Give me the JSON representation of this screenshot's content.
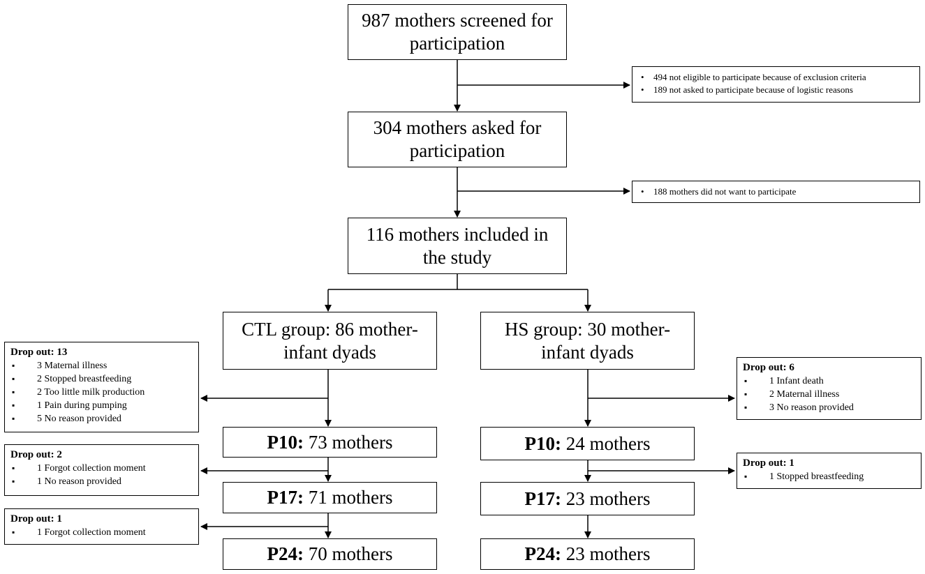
{
  "screening": {
    "line1": "987 mothers screened for",
    "line2": "participation"
  },
  "exclusion": {
    "items": [
      "494  not eligible  to participate because of exclusion criteria",
      "189  not asked to participate because of logistic reasons"
    ]
  },
  "asked": {
    "line1": "304 mothers asked for",
    "line2": "participation"
  },
  "declined": {
    "items": [
      "188  mothers  did not want to participate"
    ]
  },
  "included": {
    "line1": "116 mothers included in",
    "line2": "the study"
  },
  "ctl": {
    "group": {
      "line1": "CTL group: 86 mother-",
      "line2": "infant dyads"
    },
    "p10": {
      "label": "P10:",
      "value": " 73 mothers"
    },
    "p17": {
      "label": "P17:",
      "value": " 71 mothers"
    },
    "p24": {
      "label": "P24:",
      "value": " 70 mothers"
    },
    "dropout1": {
      "title": "Drop out: 13",
      "items": [
        "3 Maternal illness",
        "2 Stopped breastfeeding",
        "2 Too little milk  production",
        "1 Pain during pumping",
        "5 No reason provided"
      ]
    },
    "dropout2": {
      "title": "Drop out: 2",
      "items": [
        "1 Forgot collection moment",
        "1 No reason provided"
      ]
    },
    "dropout3": {
      "title": "Drop out: 1",
      "items": [
        "1 Forgot collection moment"
      ]
    }
  },
  "hs": {
    "group": {
      "line1": "HS group: 30 mother-",
      "line2": "infant dyads"
    },
    "p10": {
      "label": "P10:",
      "value": " 24 mothers"
    },
    "p17": {
      "label": "P17:",
      "value": " 23 mothers"
    },
    "p24": {
      "label": "P24:",
      "value": " 23 mothers"
    },
    "dropout1": {
      "title": "Drop out: 6",
      "items": [
        "1 Infant death",
        "2 Maternal illness",
        "3 No reason provided"
      ]
    },
    "dropout2": {
      "title": "Drop out: 1",
      "items": [
        "1 Stopped breastfeeding"
      ]
    }
  }
}
